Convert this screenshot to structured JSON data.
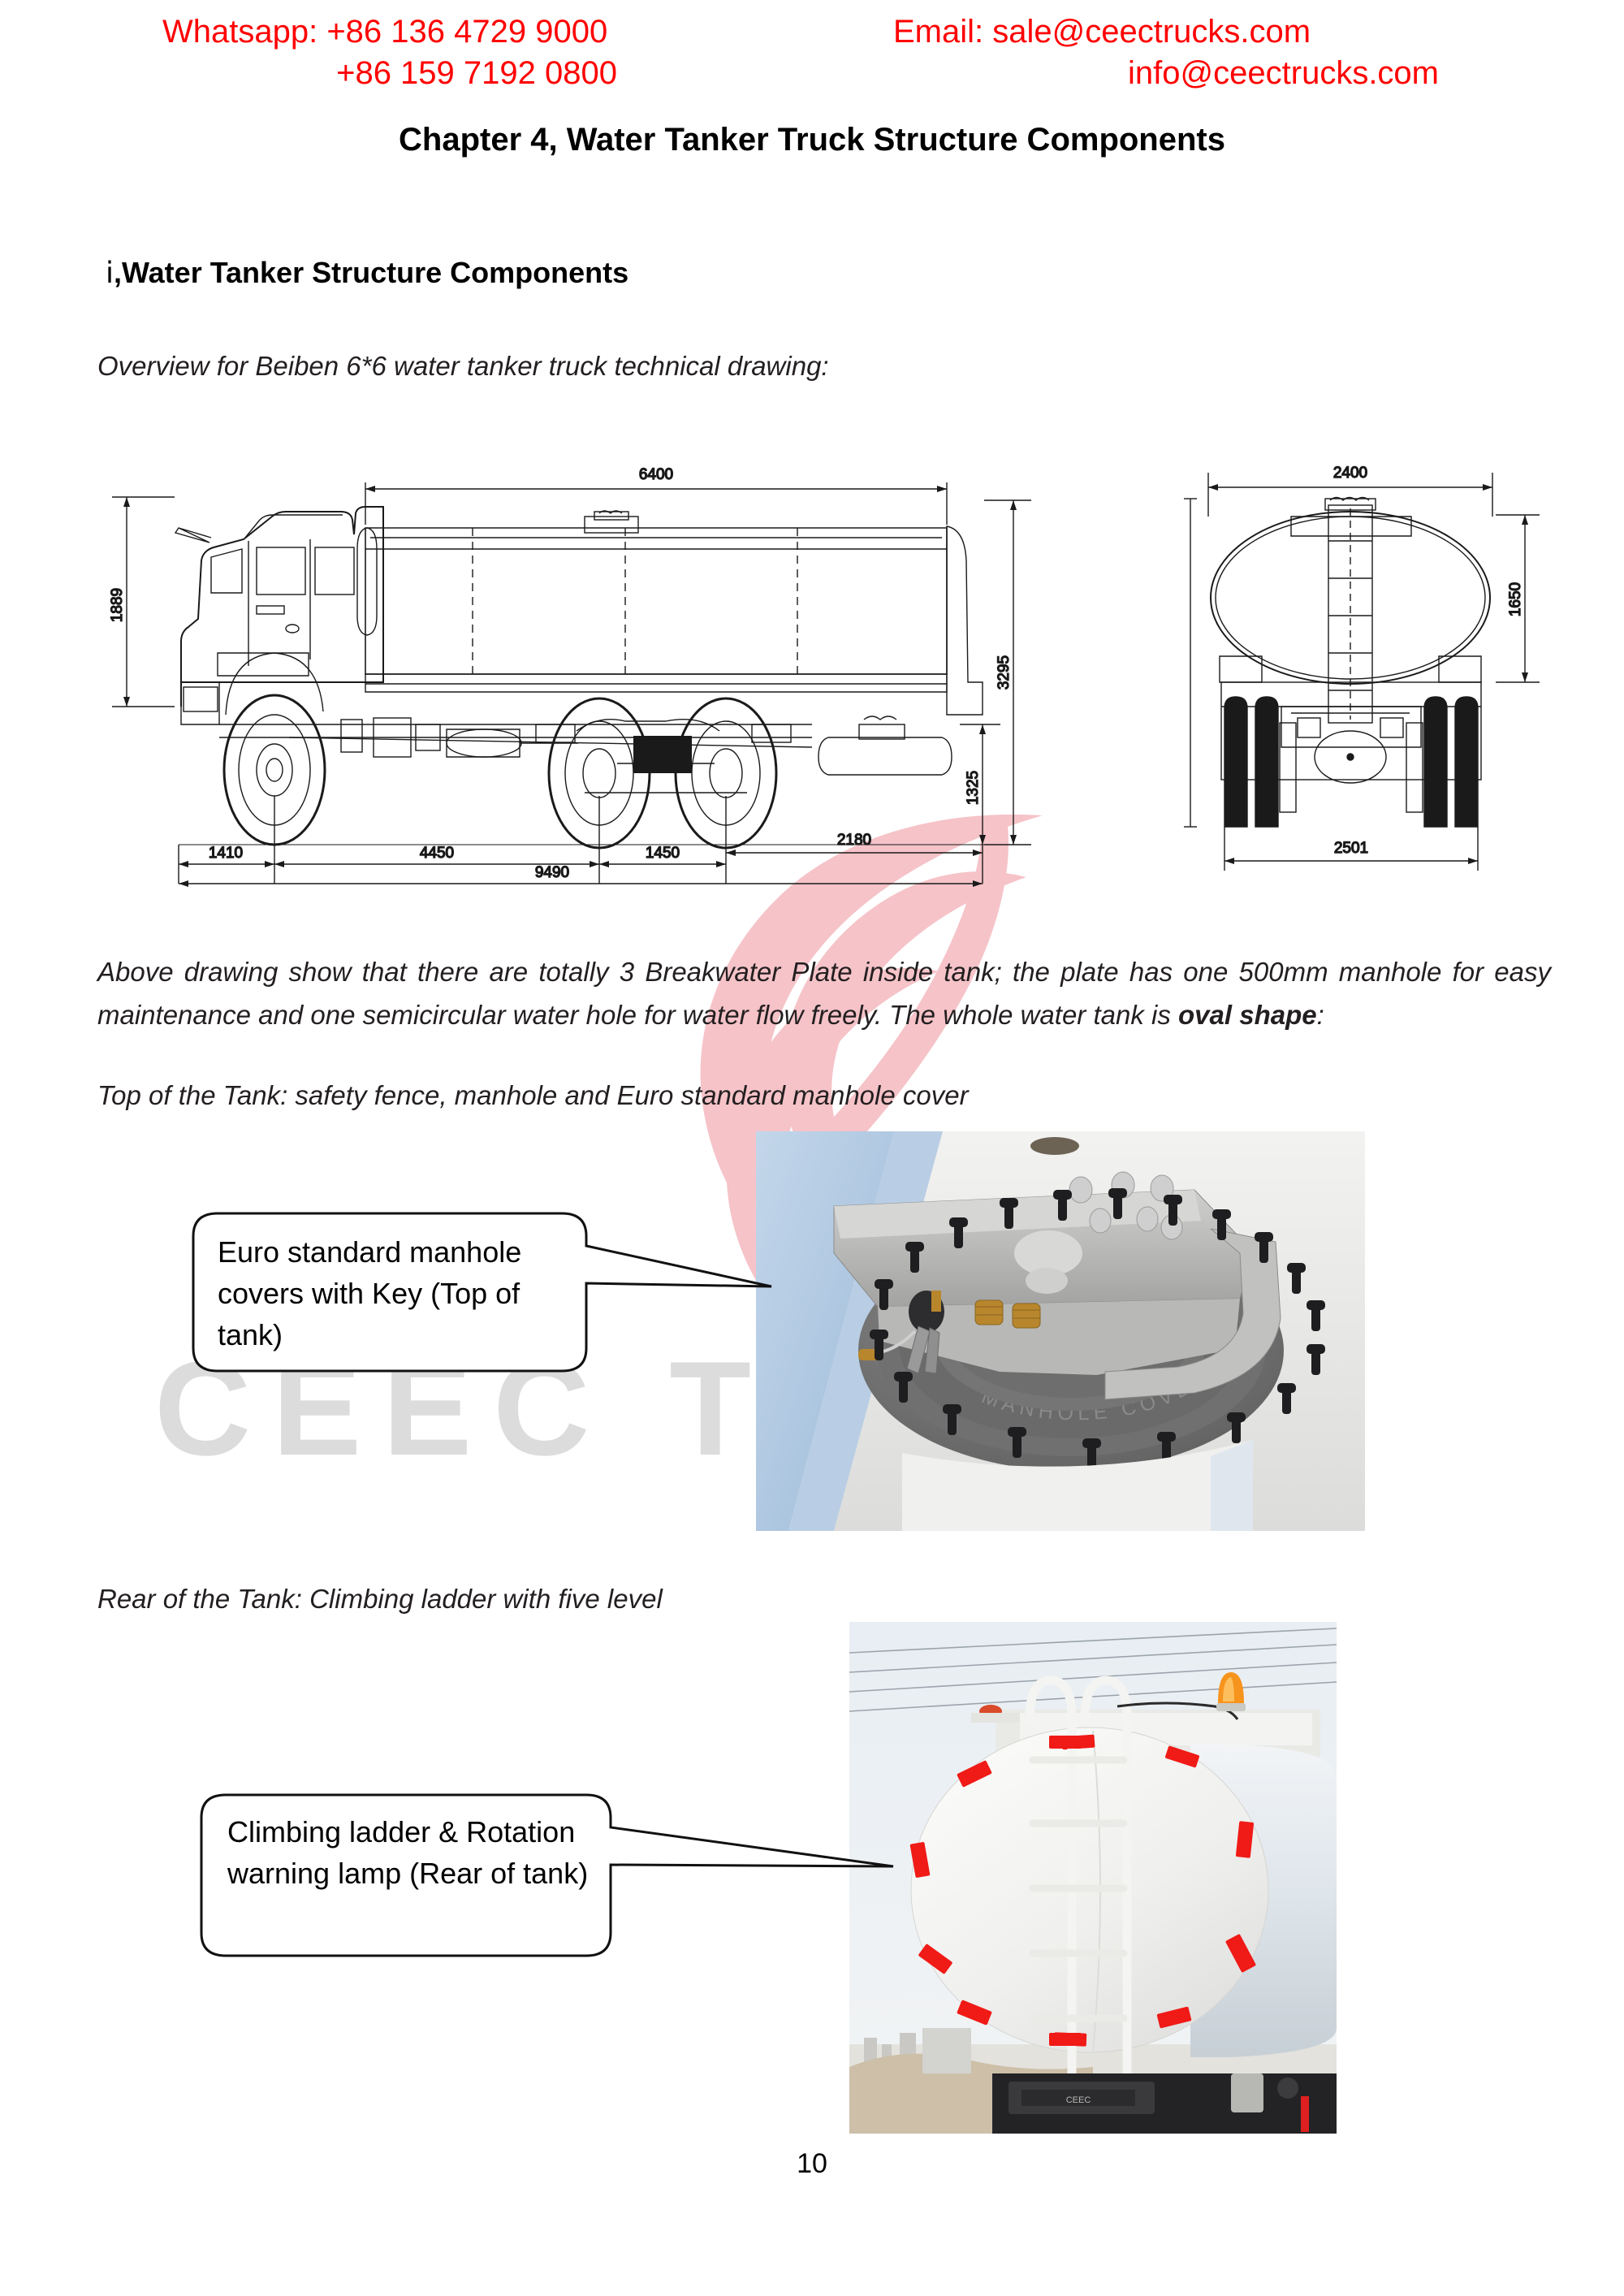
{
  "header": {
    "whatsapp_label": "Whatsapp: +86 136 4729 9000",
    "whatsapp_second": "+86 159 7192 0800",
    "email_label": "Email: sale@ceectrucks.com",
    "email_second": "info@ceectrucks.com",
    "chapter_title": "Chapter 4, Water Tanker Truck Structure Components",
    "accent_color": "#ff0000"
  },
  "section": {
    "numeral": "ⅰ",
    "heading": ",Water Tanker Structure Components",
    "overview": "Overview for Beiben 6*6 water tanker truck technical drawing:"
  },
  "drawing": {
    "side_view": {
      "tank_length": "6400",
      "cab_height": "1889",
      "front_overhang": "1410",
      "wheelbase": "4450",
      "bogie_spacing": "1450",
      "rear_overhang": "2180",
      "total_length": "9490",
      "total_height": "3295",
      "chassis_height": "1325"
    },
    "rear_view": {
      "tank_width": "2400",
      "tank_height": "1650",
      "track_width": "2501"
    }
  },
  "body": {
    "paragraph_part1": "Above drawing show that there are totally 3 Breakwater Plate inside tank; the plate has one 500mm manhole for easy maintenance and one semicircular water hole for water flow freely. The whole water tank is ",
    "paragraph_bold": "oval shape",
    "paragraph_part2": ":",
    "top_of_tank": "Top of the Tank: safety fence, manhole and Euro standard manhole cover",
    "rear_of_tank": "Rear of the Tank: Climbing ladder with five level"
  },
  "callouts": {
    "manhole": "Euro standard manhole covers with Key (Top of tank)",
    "ladder": "Climbing ladder & Rotation warning lamp (Rear of tank)"
  },
  "photos": {
    "manhole_alt": "manhole-cover-photo",
    "ladder_alt": "tank-rear-ladder-photo"
  },
  "watermark": {
    "text": "CEEC TRUCKS",
    "swoosh_color": "#f6c0c4",
    "text_color": "#dcdcdc"
  },
  "footer": {
    "page_number": "10"
  }
}
